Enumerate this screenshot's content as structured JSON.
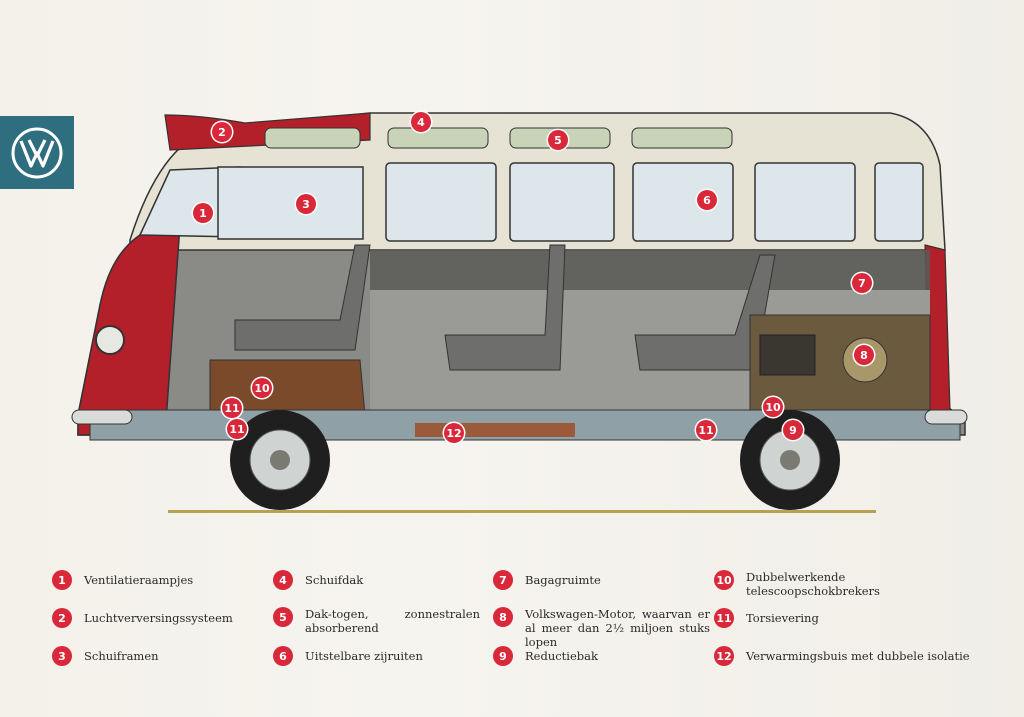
{
  "logo": {
    "icon": "vw-logo-icon",
    "color": "#2e6e7e"
  },
  "callouts": [
    "1",
    "2",
    "3",
    "4",
    "5",
    "6",
    "7",
    "8",
    "9",
    "10",
    "11",
    "11",
    "11",
    "10",
    "12"
  ],
  "legend": [
    {
      "num": "1",
      "text": "Ventilatieraampjes"
    },
    {
      "num": "2",
      "text": "Luchtverversingssysteem"
    },
    {
      "num": "3",
      "text": "Schuiframen"
    },
    {
      "num": "4",
      "text": "Schuifdak"
    },
    {
      "num": "5",
      "text": "Dak-togen, zonnestralen absorberend"
    },
    {
      "num": "6",
      "text": "Uitstelbare zijruiten"
    },
    {
      "num": "7",
      "text": "Bagagruimte"
    },
    {
      "num": "8",
      "text": "Volkswagen-Motor, waarvan er al meer dan 2½ miljoen stuks lopen"
    },
    {
      "num": "9",
      "text": "Reductiebak"
    },
    {
      "num": "10",
      "text": "Dubbelwerkende telescoopschokbrekers"
    },
    {
      "num": "11",
      "text": "Torsievering"
    },
    {
      "num": "12",
      "text": "Verwarmingsbuis met dubbele isolatie"
    }
  ],
  "colors": {
    "badge": "#d8283a",
    "body_red": "#b3202a",
    "body_cream": "#e9e5d8",
    "ground": "#b6a251"
  }
}
